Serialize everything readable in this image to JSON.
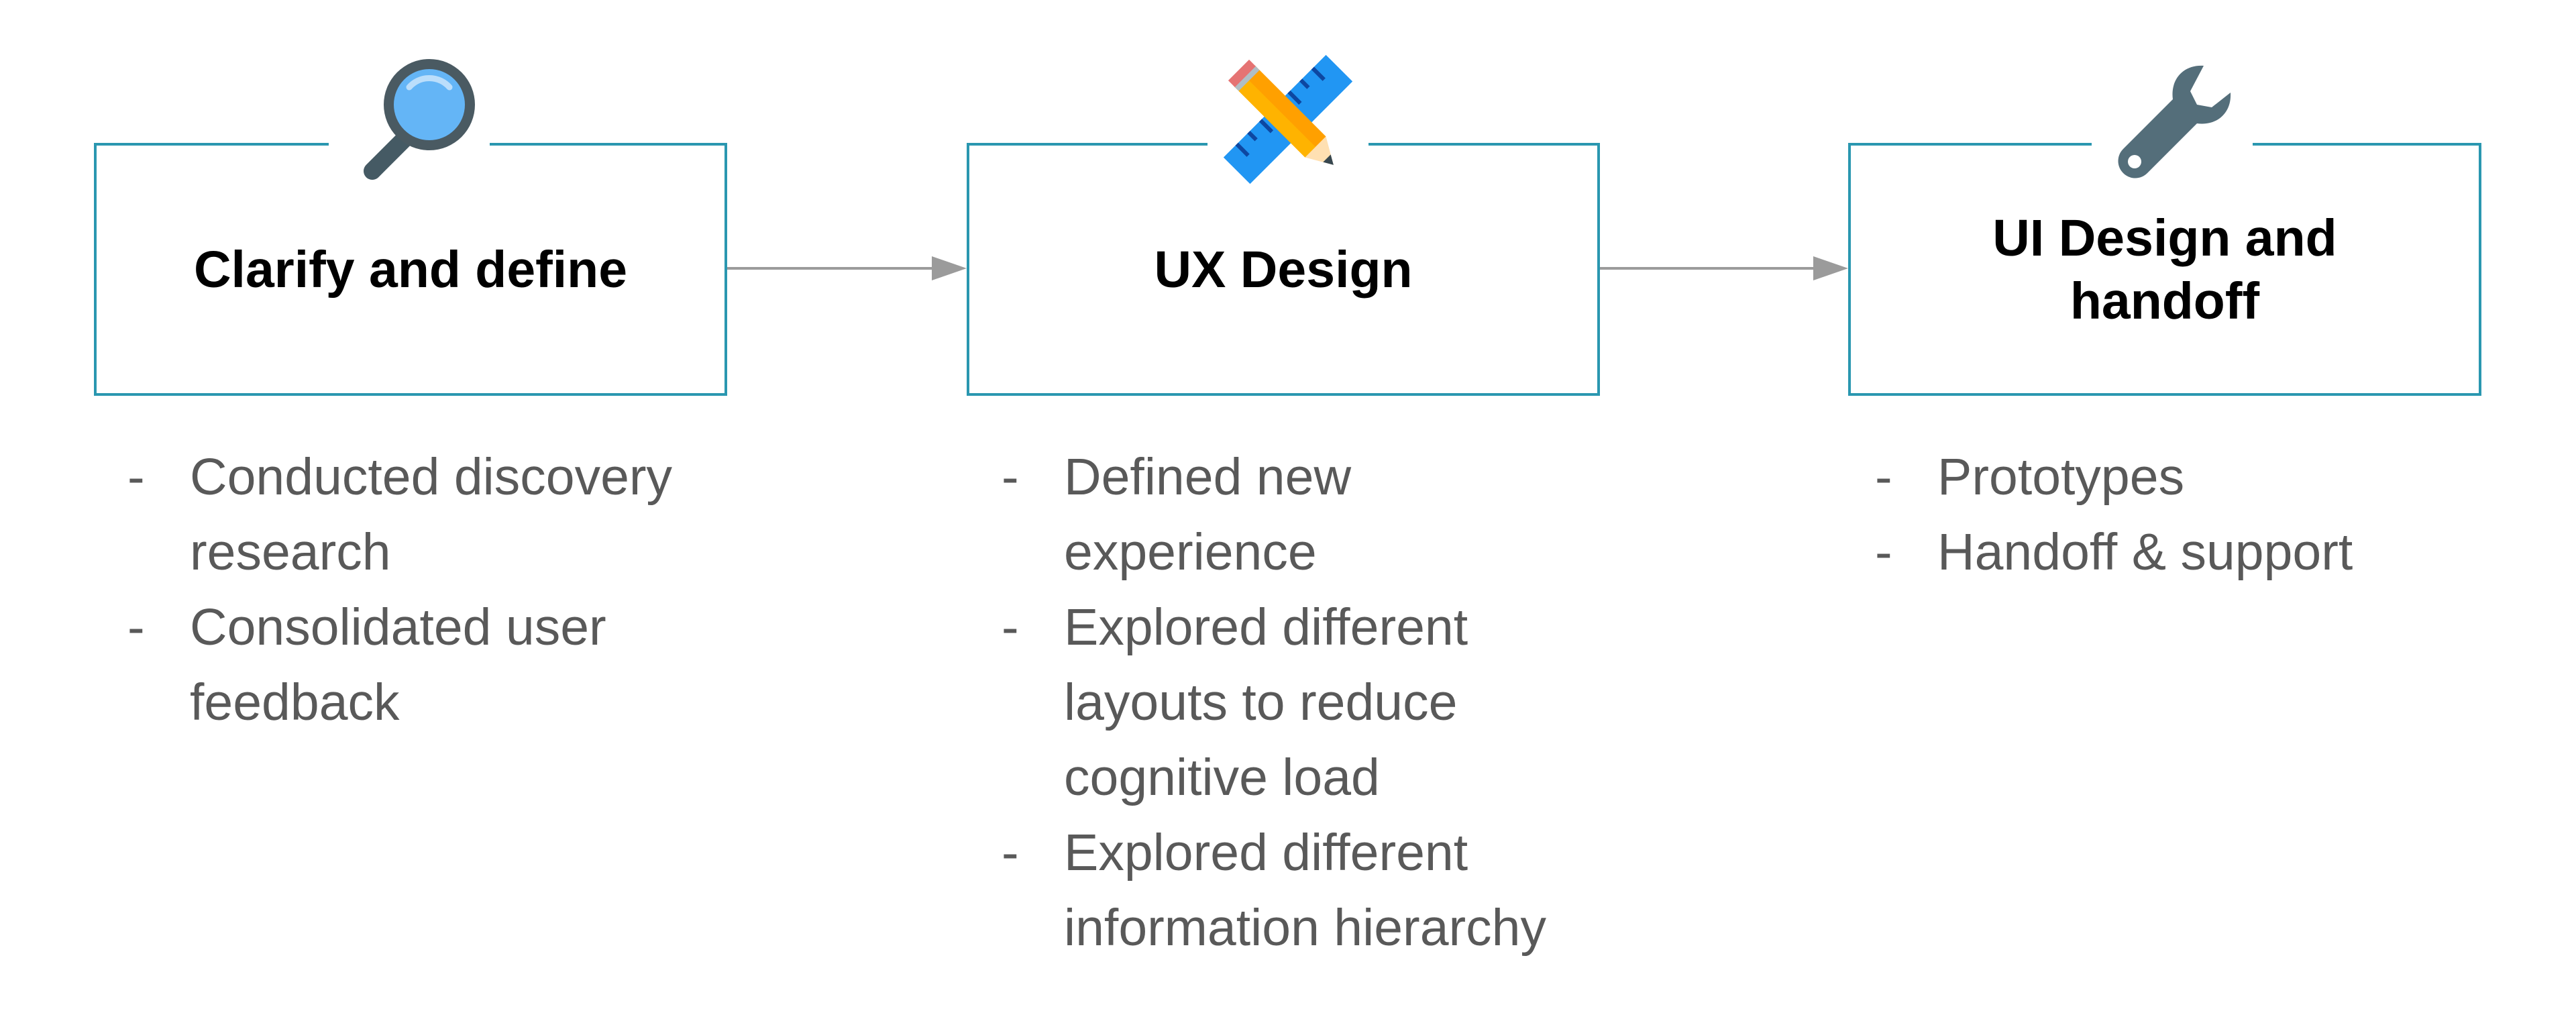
{
  "stages": [
    {
      "title": "Clarify and define",
      "icon": "magnifying-glass-icon",
      "items": [
        "Conducted discovery research",
        "Consolidated user feedback"
      ]
    },
    {
      "title": "UX Design",
      "icon": "ruler-pencil-icon",
      "items": [
        "Defined new experience",
        "Explored different layouts to reduce cognitive load",
        "Explored different information hierarchy"
      ]
    },
    {
      "title": "UI Design and handoff",
      "icon": "wrench-icon",
      "items": [
        "Prototypes",
        "Handoff & support"
      ]
    }
  ],
  "colors": {
    "box_border": "#2a97b0",
    "arrow": "#9b9b9b",
    "list_text": "#595959",
    "title_text": "#000000"
  }
}
